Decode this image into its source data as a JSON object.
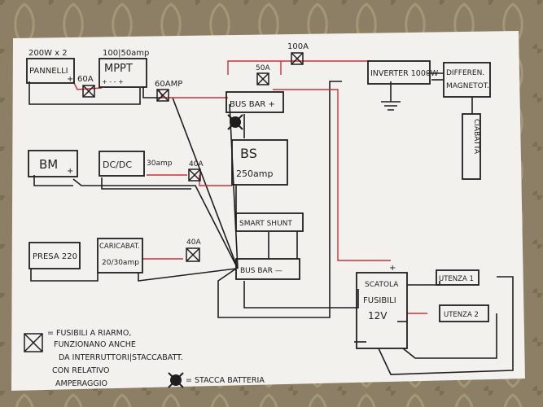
{
  "components": {
    "pannelli": {
      "title": "200W x 2",
      "label": "PANNELLI",
      "plus": "+"
    },
    "mppt": {
      "title": "100|50amp",
      "label": "MPPT",
      "terms": "+ -   - +"
    },
    "inverter": {
      "label": "INVERTER 1000W"
    },
    "differenziale": {
      "line1": "DIFFEREN.",
      "line2": "MAGNETOT."
    },
    "ciabatta": {
      "label": "CIABATTA"
    },
    "busbar_pos": {
      "label": "BUS BAR +"
    },
    "bs": {
      "line1": "BS",
      "line2": "250amp"
    },
    "bm": {
      "label": "BM",
      "plus": "+"
    },
    "dcdc": {
      "label": "DC/DC",
      "rating": "30amp"
    },
    "smart_shunt": {
      "label": "SMART SHUNT"
    },
    "presa": {
      "label": "PRESA 220"
    },
    "caricabatt": {
      "line1": "CARICABAT.",
      "line2": "20/30amp"
    },
    "busbar_neg": {
      "label": "BUS BAR —"
    },
    "scatola": {
      "line1": "SCATOLA",
      "line2": "FUSIBILI",
      "line3": "12V",
      "plus": "+"
    },
    "utenza1": {
      "label": "UTENZA 1"
    },
    "utenza2": {
      "label": "UTENZA 2"
    }
  },
  "fuses": {
    "f60a": "60A",
    "f60amp": "60AMP",
    "f100a": "100A",
    "f50a": "50A",
    "f40a_top": "40A",
    "f40a_bottom": "40A"
  },
  "legend": {
    "fuse_text": [
      "= FUSIBILI A RIARMO,",
      "FUNZIONANO ANCHE",
      "DA INTERRUTTORI|STACCABATT.",
      "CON RELATIVO",
      "AMPERAGGIO"
    ],
    "switch_text": "= STACCA BATTERIA"
  },
  "colors": {
    "paper": "#f3f1ee",
    "ink": "#1e1e1e",
    "red_wire": "#c8323a",
    "background": "#8a7d63"
  }
}
